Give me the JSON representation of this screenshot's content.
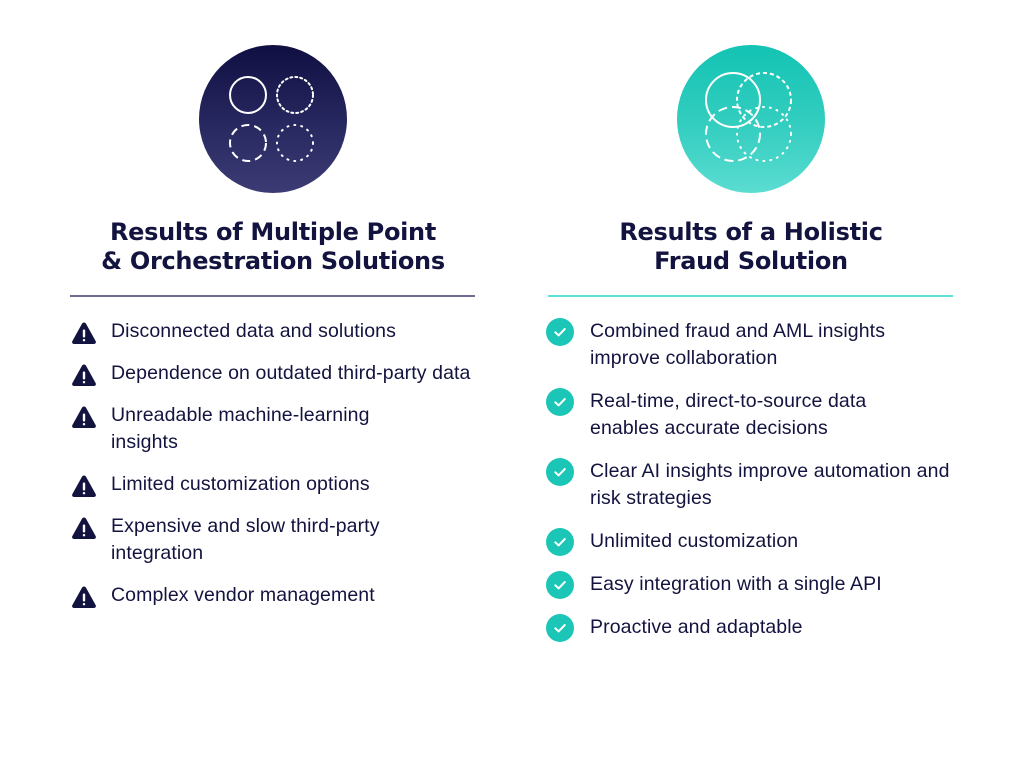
{
  "colors": {
    "navy": "#13133f",
    "navy_badge_top": "#0f0f42",
    "navy_badge_bottom": "#3c3b74",
    "teal": "#1cc6b6",
    "teal_badge_top": "#13c3b3",
    "teal_badge_bottom": "#5bdcd1",
    "divider_left": "#6d6d92",
    "divider_right": "#5fe0d6",
    "background": "#ffffff"
  },
  "left": {
    "badge_icon": "separate-circles-icon",
    "title_line1": "Results of Multiple Point",
    "title_line2": "& Orchestration Solutions",
    "item_icon": "warning-triangle-icon",
    "items": [
      {
        "text": "Disconnected data and solutions"
      },
      {
        "text": "Dependence on outdated third-party data"
      },
      {
        "text": "Unreadable machine-learning insights"
      },
      {
        "text": "Limited customization options"
      },
      {
        "text": "Expensive and slow third-party integration"
      },
      {
        "text": "Complex vendor management"
      }
    ]
  },
  "right": {
    "badge_icon": "overlapping-circles-icon",
    "title_line1": "Results of a Holistic",
    "title_line2": "Fraud Solution",
    "item_icon": "check-circle-icon",
    "items": [
      {
        "text": "Combined fraud and AML insights improve collaboration"
      },
      {
        "text": "Real-time, direct-to-source data enables accurate decisions"
      },
      {
        "text": "Clear AI insights improve automation and risk strategies"
      },
      {
        "text": "Unlimited customization"
      },
      {
        "text": "Easy integration with a single API"
      },
      {
        "text": "Proactive and adaptable"
      }
    ]
  }
}
